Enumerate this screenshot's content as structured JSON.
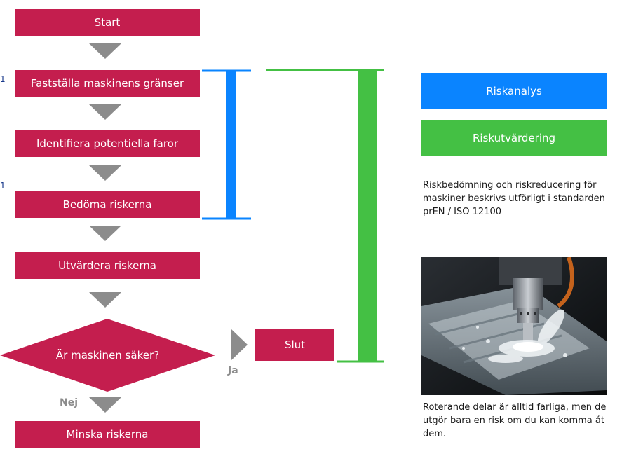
{
  "flow": {
    "start": "Start",
    "step1": "Fastställa maskinens gränser",
    "step2": "Identifiera potentiella faror",
    "step3": "Bedöma riskerna",
    "step4": "Utvärdera riskerna",
    "decision": "Är maskinen säker?",
    "yes_label": "Ja",
    "no_label": "Nej",
    "end": "Slut",
    "step5": "Minska riskerna"
  },
  "legend": {
    "riskanalys": "Riskanalys",
    "riskutvardering": "Riskutvärdering"
  },
  "notes": {
    "standard_text": "Riskbedömning och riskreducering för maskiner beskrivs utförligt i standarden prEN / ISO 12100",
    "photo_caption": "Roterande delar är alltid farliga, men de utgör bara en risk om du kan komma åt dem."
  },
  "edge_marks": {
    "mark1": "1",
    "mark2": "1"
  },
  "colors": {
    "box": "#c41e4e",
    "arrow": "#8c8c8c",
    "riskanalys": "#0a84ff",
    "riskutvardering": "#44c044"
  },
  "icons": {
    "photo": "cnc-milling-photo"
  }
}
